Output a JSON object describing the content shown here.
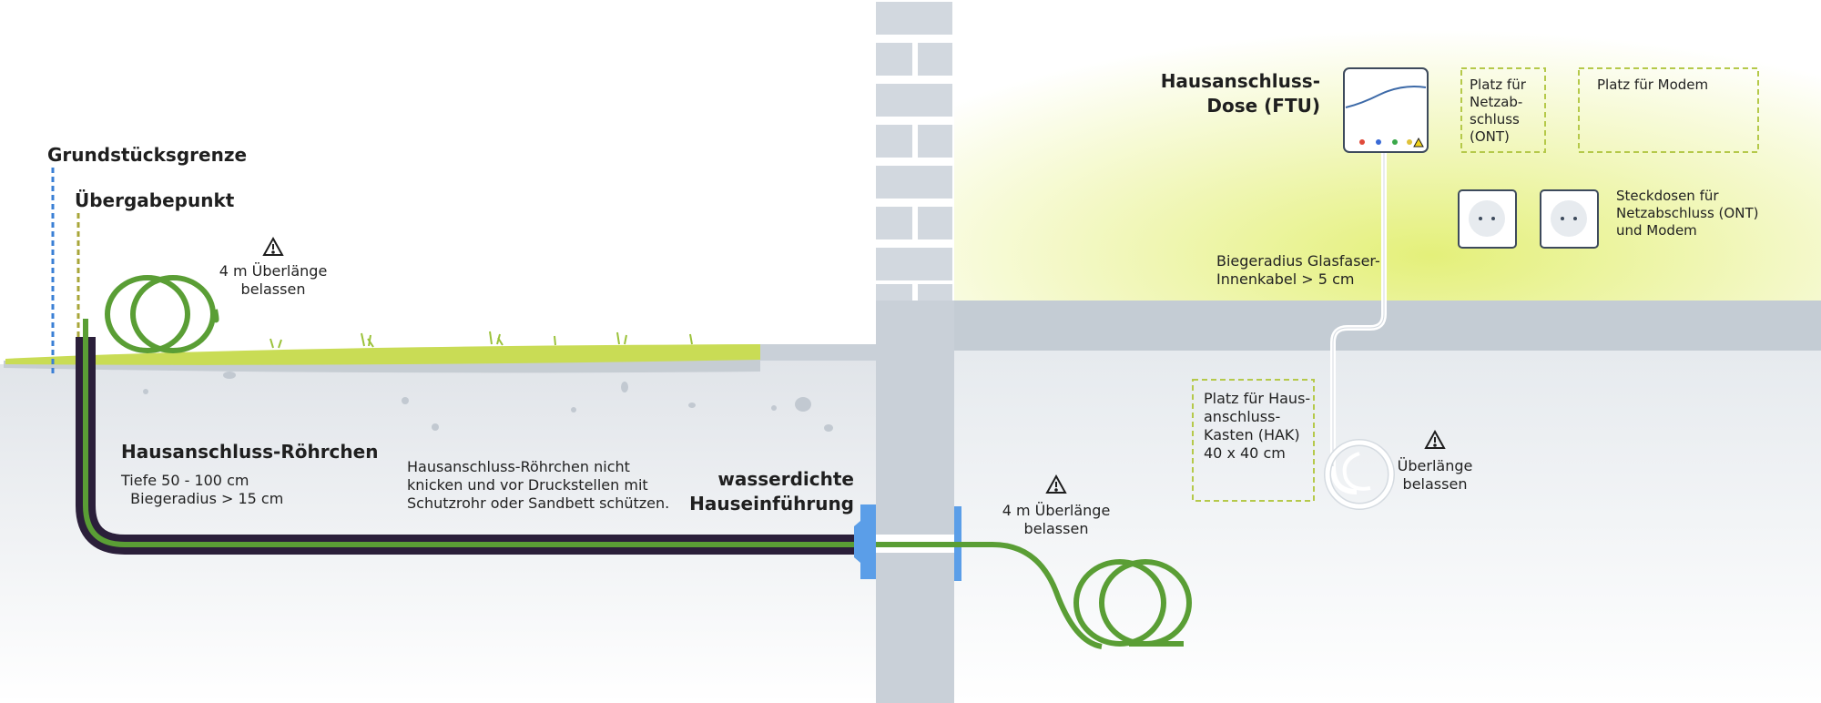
{
  "labels": {
    "property_boundary": "Grundstücksgrenze",
    "handover_point": "Übergabepunkt",
    "excess_outside": "4 m Überlänge\nbelassen",
    "conduit_title": "Hausanschluss-Röhrchen",
    "conduit_specs": "Tiefe 50 - 100 cm\n  Biegeradius > 15 cm",
    "conduit_note": "Hausanschluss-Röhrchen nicht\nknicken und vor Druckstellen mit\nSchutzrohr oder Sandbett schützen.",
    "entry_title": "wasserdichte\nHauseinführung",
    "excess_basement": "4 m Überlänge\nbelassen",
    "hak_box": "Platz für Haus-\nanschluss-\nKasten (HAK)\n40 x 40 cm",
    "excess_inside": "Überlänge\nbelassen",
    "bend_radius_indoor": "Biegeradius Glasfaser-\nInnenkabel > 5 cm",
    "ftu_title": "Hausanschluss-\nDose (FTU)",
    "ont_box": "Platz für\nNetzab-\nschluss\n(ONT)",
    "modem_box": "Platz für Modem",
    "sockets_label": "Steckdosen für\nNetzabschluss (ONT)\nund Modem"
  },
  "colors": {
    "fiber_green": "#5a9e35",
    "conduit_dark": "#2b1f3a",
    "wall_gray": "#c9d0d8",
    "grass": "#c9dc55",
    "boundary_blue": "#3a7fd5",
    "handover_olive": "#a8a63a",
    "entry_blue": "#5b9ee8",
    "dashed_box": "#b5c94a",
    "indoor_glow": "#eef5a6"
  },
  "icons": [
    "warning-icon",
    "power-socket-icon",
    "ftu-device-icon"
  ]
}
